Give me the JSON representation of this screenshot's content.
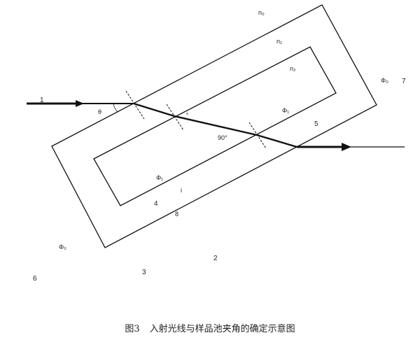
{
  "labels": {
    "n0": "n₀",
    "n1": "n₁",
    "n2": "n₂",
    "phi0_right": "Φ₀",
    "phi0_left": "Φ₀",
    "phi1_upper": "Φ₁",
    "phi1_lower": "Φ₁",
    "theta": "θ",
    "alpha": "α",
    "right_angle": "90°",
    "i": "i",
    "num_1": "1",
    "num_2": "2",
    "num_3": "3",
    "num_4": "4",
    "num_5": "5",
    "num_6": "6",
    "num_7": "7",
    "num_8": "8"
  },
  "caption": {
    "figure_number": "图3",
    "title": "入射光线与样品池夹角的确定示意图"
  }
}
